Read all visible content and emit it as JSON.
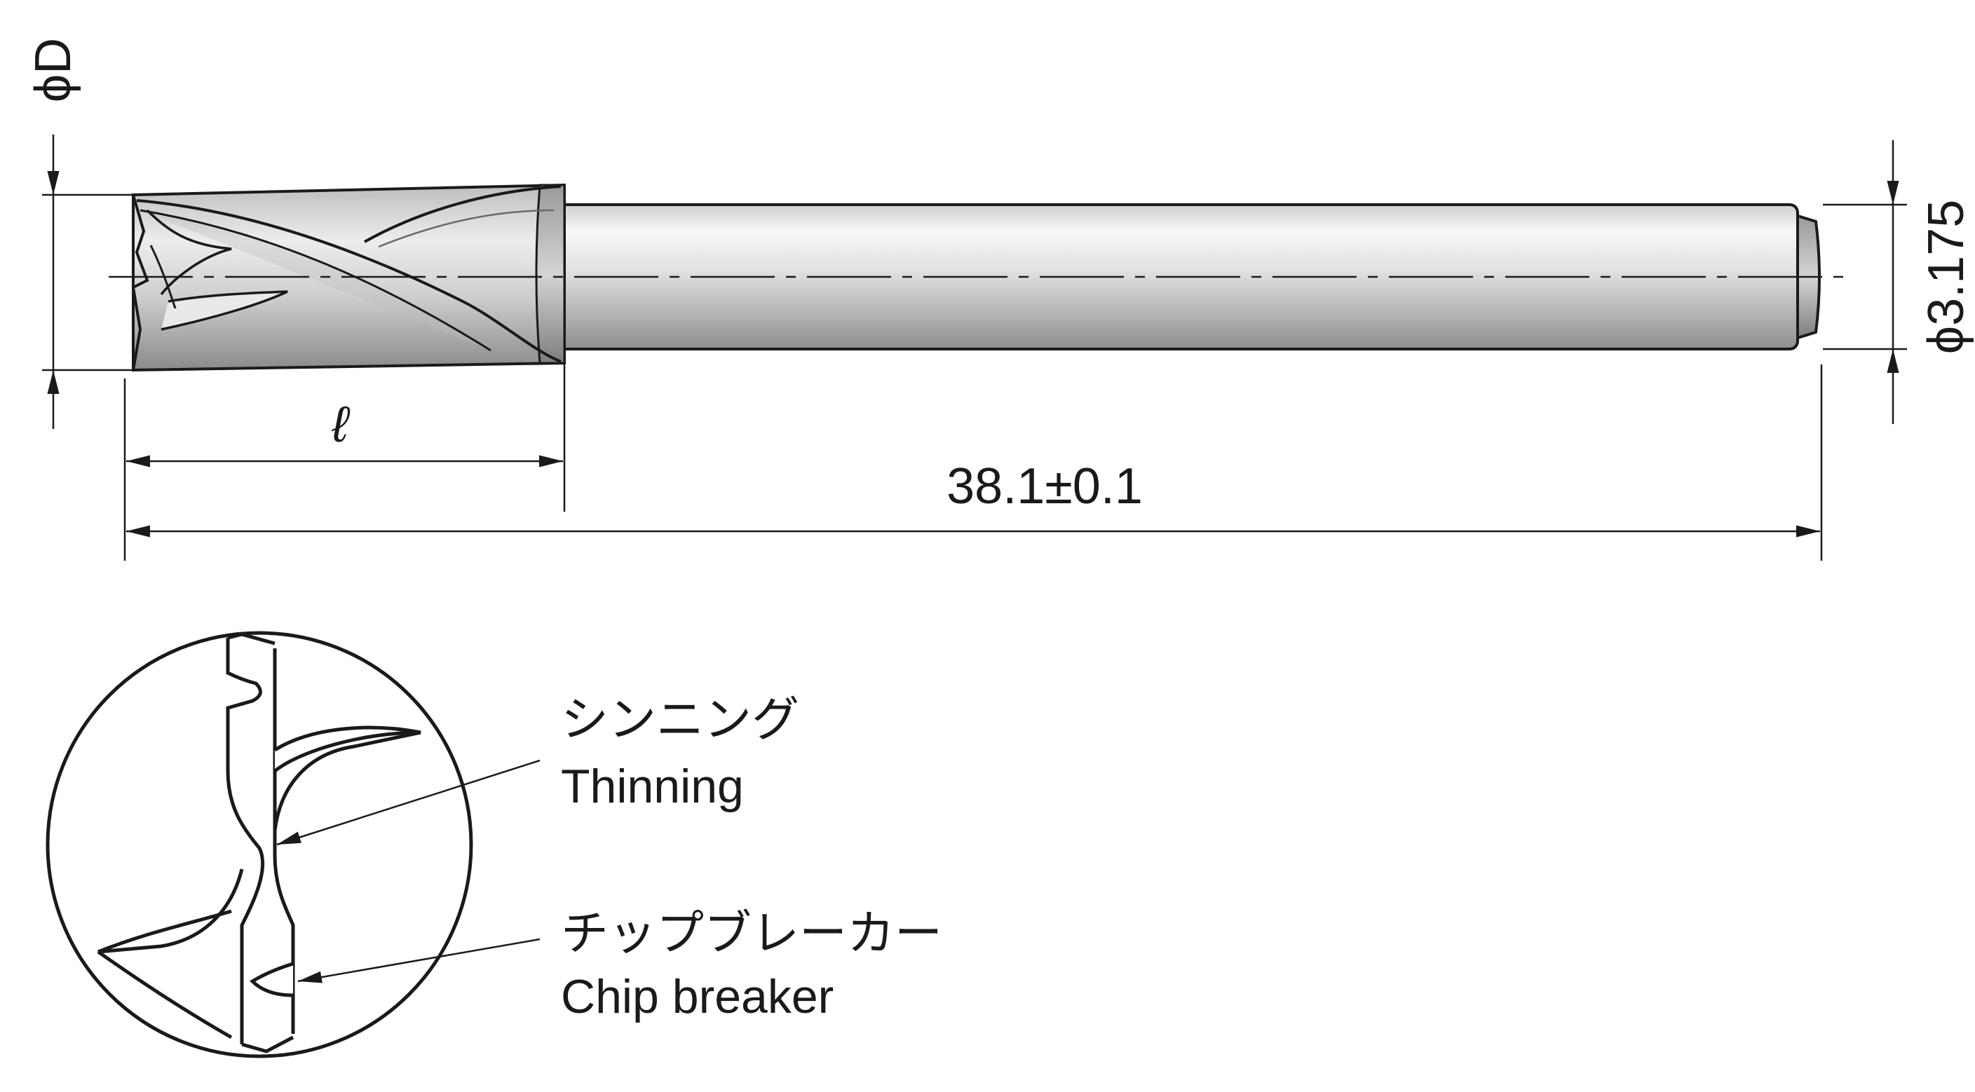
{
  "dimensions": {
    "diameter_d": "ϕD",
    "flute_length": "ℓ",
    "overall_length": "38.1±0.1",
    "shank_diameter": "ϕ3.175"
  },
  "callouts": {
    "thinning_jp": "シンニング",
    "thinning_en": "Thinning",
    "chip_breaker_jp": "チップブレーカー",
    "chip_breaker_en": "Chip breaker"
  },
  "colors": {
    "line": "#1a1a1a",
    "metal_light": "#f2f2f2",
    "metal_mid": "#c9c9c9",
    "metal_dark": "#8c8c8c"
  }
}
